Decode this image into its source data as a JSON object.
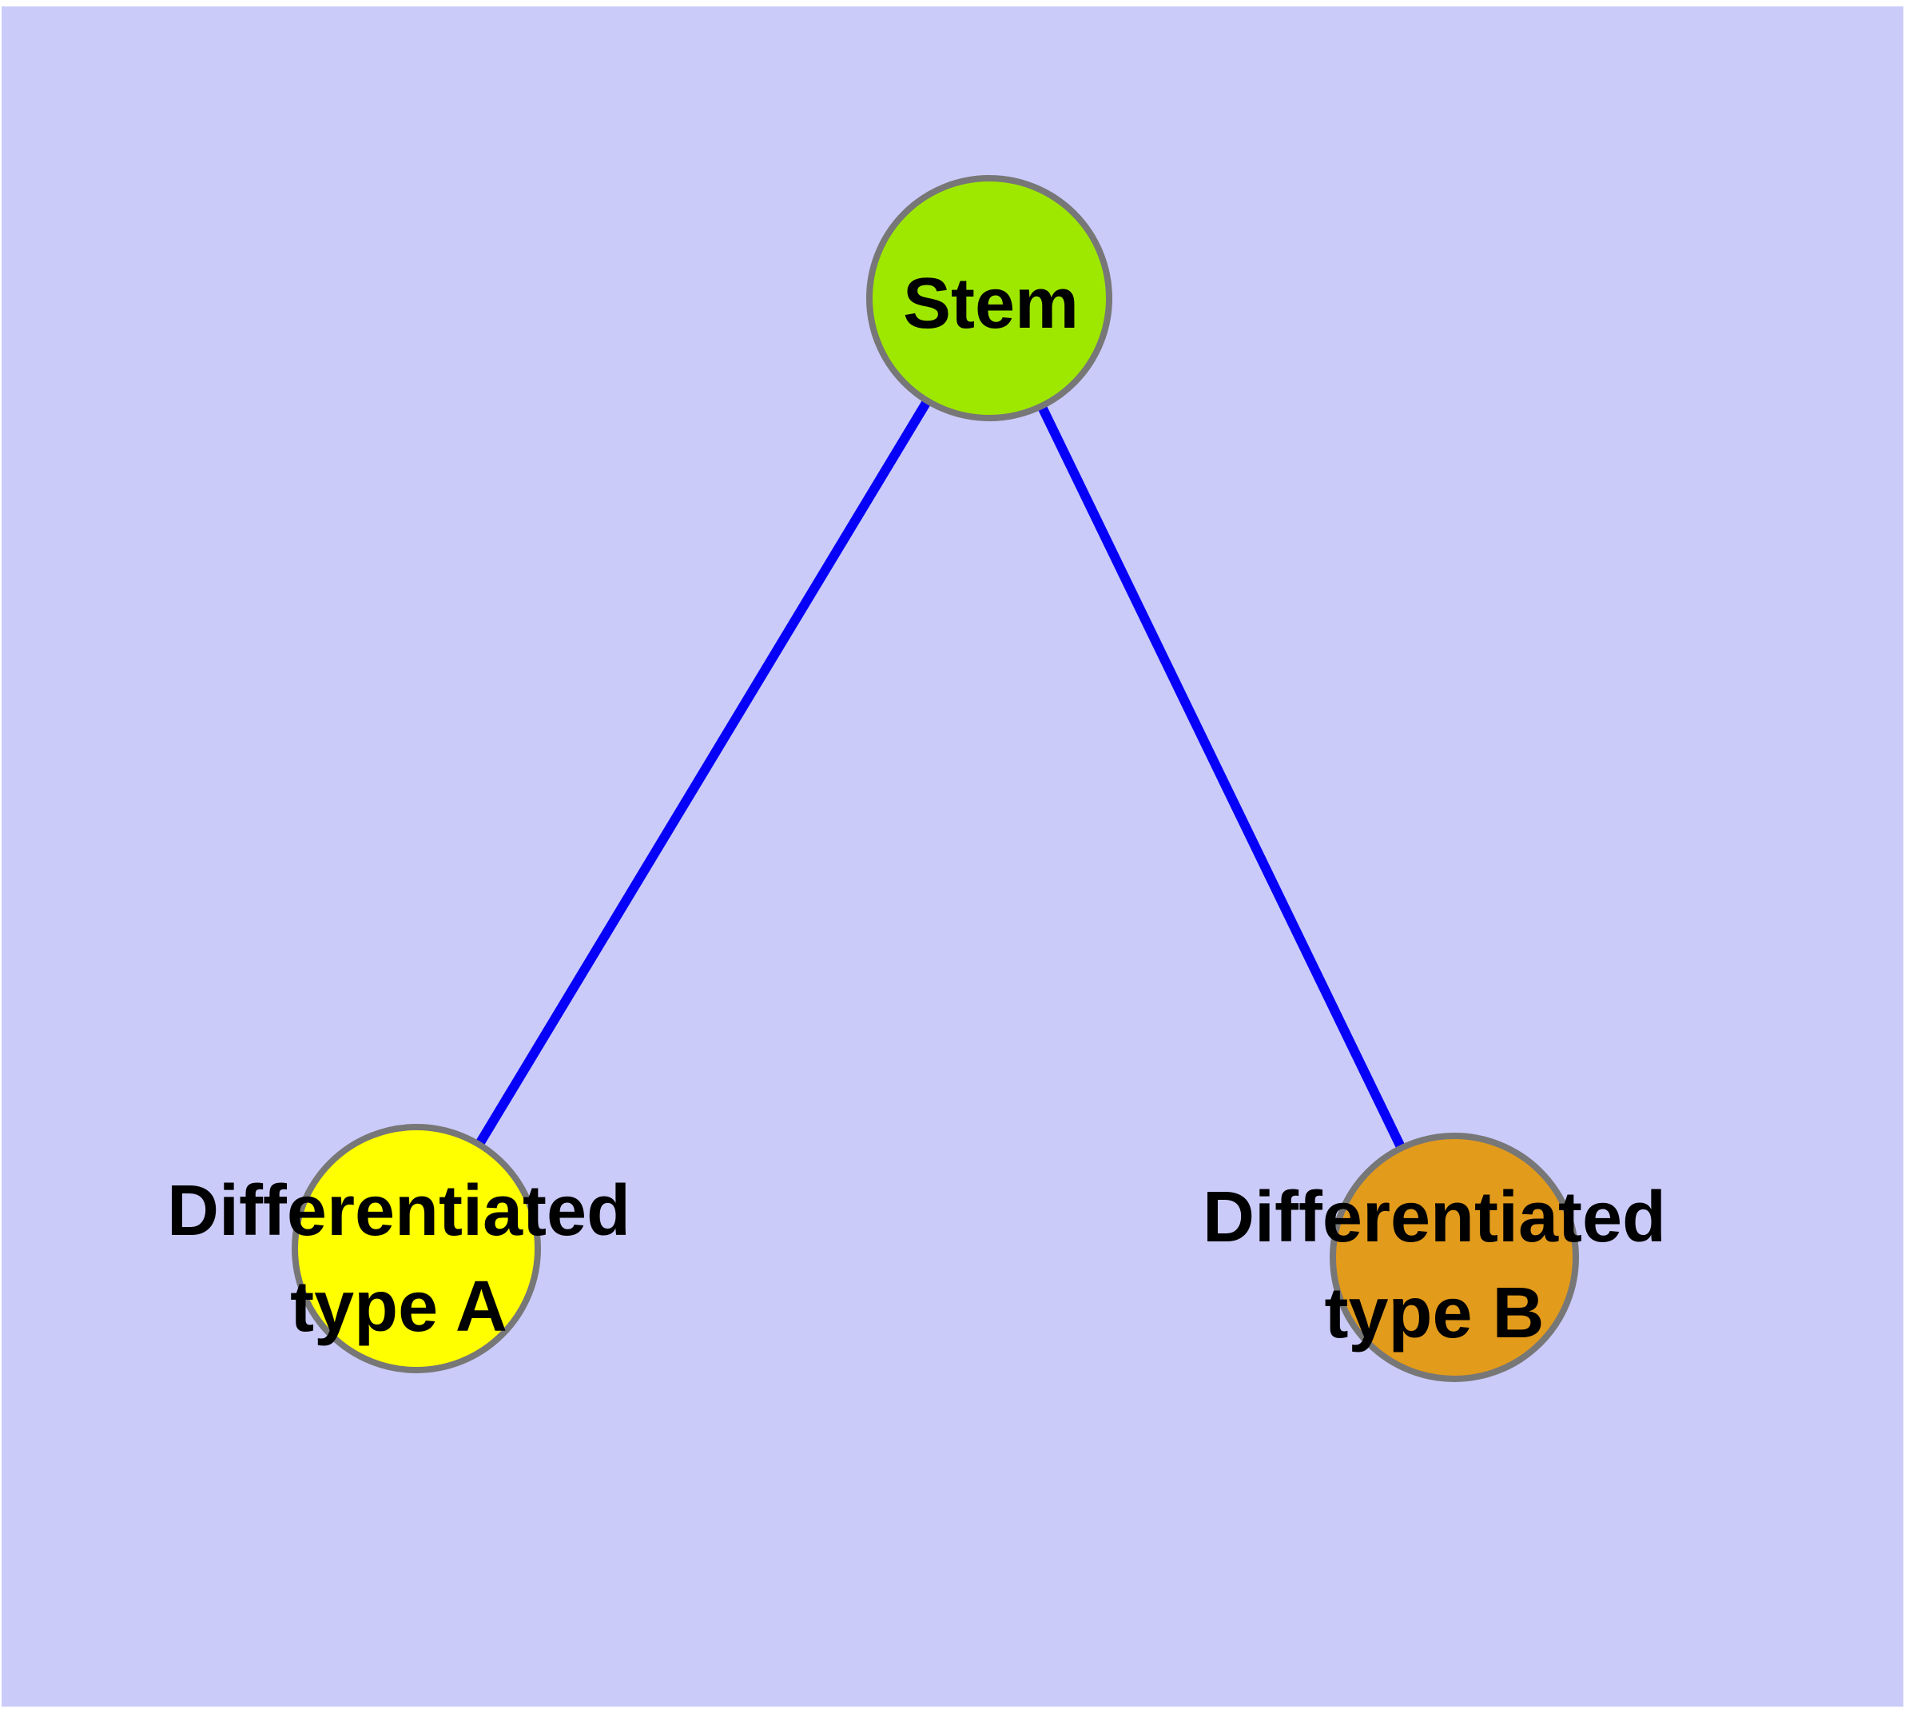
{
  "diagram": {
    "title": "",
    "background_color": "#CBCBFA",
    "page_margin_color": "#FFFFFF",
    "edge_color": "#0600F8",
    "node_border_color": "#777777",
    "label_color": "#000000",
    "nodes": {
      "stem": {
        "id": "stem",
        "label": "Stem",
        "fill": "#9EE800"
      },
      "typeA": {
        "id": "differentiated-type-a",
        "label": "Differentiated type A",
        "line1": "Differentiated",
        "line2": "type A",
        "fill": "#FFFF00"
      },
      "typeB": {
        "id": "differentiated-type-b",
        "label": "Differentiated type B",
        "line1": "Differentiated",
        "line2": "type B",
        "fill": "#E39B1B"
      }
    },
    "edges": [
      {
        "from": "Stem",
        "to": "Differentiated type A"
      },
      {
        "from": "Stem",
        "to": "Differentiated type B"
      }
    ]
  }
}
